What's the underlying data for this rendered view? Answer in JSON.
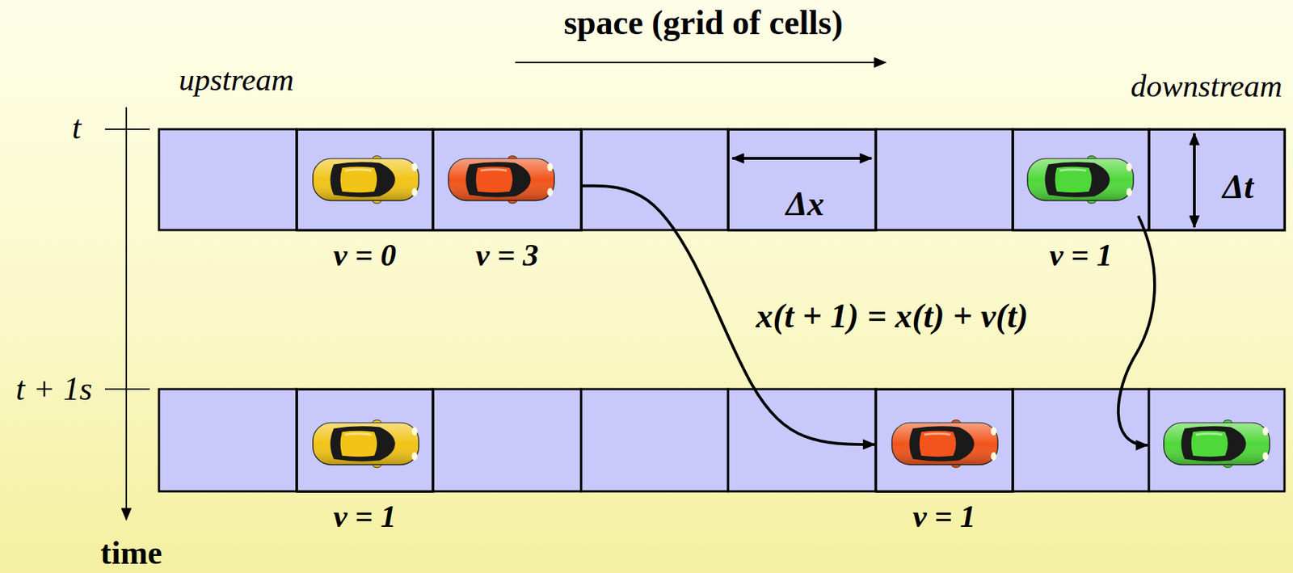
{
  "diagram": {
    "title": "space (grid of cells)",
    "nodes": [
      {
        "text": [
          "v = 0"
        ]
      },
      {
        "text": [
          "v = 3"
        ]
      },
      {
        "text": [
          "Δx"
        ]
      },
      {
        "text": [
          "v = 1"
        ]
      },
      {
        "text": [
          "Δt"
        ]
      },
      {
        "text": [
          "v = 1"
        ]
      },
      {
        "text": [
          "v = 1"
        ]
      }
    ],
    "edges": [
      {
        "from": 1,
        "to": 6,
        "arrow": "to"
      }
    ],
    "labels": [
      "upstream",
      "downstream",
      "t",
      "x(t + 1) = x(t) + v(t)",
      "t + 1s",
      "time"
    ]
  }
}
